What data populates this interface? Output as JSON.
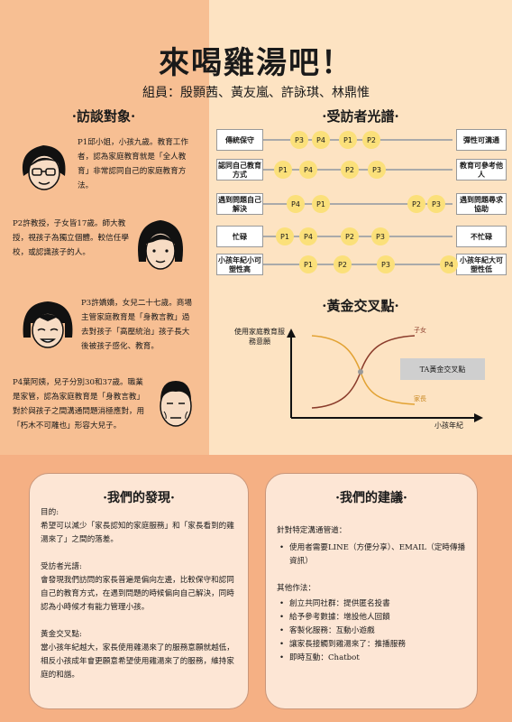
{
  "header": {
    "title": "來喝雞湯吧！",
    "members": "組員：殷顥茜、黃友嵐、許詠琪、林鼎惟"
  },
  "interviewees": {
    "section_title": "·訪談對象·",
    "p1": "P1邱小姐，小孩九歲。教育工作者，認為家庭教育就是「全人教育」非常認同自己的家庭教育方法。",
    "p2": "P2許教授，子女皆17歲。師大教授，視孩子為獨立個體。較信任學校，或認識孩子的人。",
    "p3": "P3許嬌嬌，女兒二十七歲。商場主管家庭教育是「身教言教」過去對孩子「高壓統治」孩子長大後被孩子感化、教育。",
    "p4": "P4葉阿姨，兒子分別30和37歲。職業是家管，認為家庭教育是「身教言教」對於與孩子之間溝通問題消極應對，用「朽木不可雕也」形容大兒子。"
  },
  "spectrum": {
    "section_title": "·受訪者光譜·",
    "rows": [
      {
        "left": "傳統保守",
        "right": "彈性可溝通",
        "dots": [
          "P3",
          "P4",
          "P1",
          "P2"
        ]
      },
      {
        "left": "認同自己教育方式",
        "right": "教育可參考他人",
        "dots": [
          "P1",
          "P4",
          "P2",
          "P3"
        ]
      },
      {
        "left": "遇到問題自己解決",
        "right": "遇到問題尋求協助",
        "dots": [
          "P4",
          "P1",
          "P2",
          "P3"
        ]
      },
      {
        "left": "忙碌",
        "right": "不忙碌",
        "dots": [
          "P1",
          "P4",
          "P2",
          "P3"
        ]
      },
      {
        "left": "小孩年紀小可塑性高",
        "right": "小孩年紀大可塑性低",
        "dots": [
          "P1",
          "P2",
          "P3",
          "P4"
        ]
      }
    ]
  },
  "golden": {
    "section_title": "·黃金交叉點·",
    "ylabel": "使用家庭教育服務意願",
    "xlabel": "小孩年紀",
    "series_child": "子女",
    "series_parent": "家長",
    "callout": "TA黃金交叉點"
  },
  "findings": {
    "title": "·我們的發現·",
    "purpose_h": "目的:",
    "purpose": "希望可以減少「家長認知的家庭服務」和「家長看到的雞湯來了」之間的落差。",
    "spectrum_h": "受訪者光譜:",
    "spectrum": "會發現我們訪問的家長普遍是偏向左邊，比較保守和認同自己的教育方式，在遇到問題的時候偏向自己解決，同時認為小時候才有能力管理小孩。",
    "golden_h": "黃金交叉點:",
    "golden": "當小孩年紀越大，家長使用雞湯來了的服務意願就越低，相反小孩成年會更願意希望使用雞湯來了的服務，維持家庭的和諧。"
  },
  "suggestions": {
    "title": "·我們的建議·",
    "channel_h": "針對特定溝通管道：",
    "channel_items": [
      "使用者需要LINE（方便分享）、EMAIL（定時傳播資訊）"
    ],
    "other_h": "其他作法：",
    "other_items": [
      "創立共同社群：提供匿名投書",
      "給予參考數據：增設他人回饋",
      "客製化服務：互動小遊戲",
      "讓家長接觸到雞湯來了：推播服務",
      "即時互動：Chatbot"
    ]
  },
  "colors": {
    "left_bg": "#f7bf93",
    "right_bg": "#fde3c2",
    "bottom_bg": "#f5b084",
    "card_bg": "#fde6d5",
    "dot": "#fbe07a",
    "child_line": "#8a3b2a",
    "parent_line": "#e2a233"
  }
}
